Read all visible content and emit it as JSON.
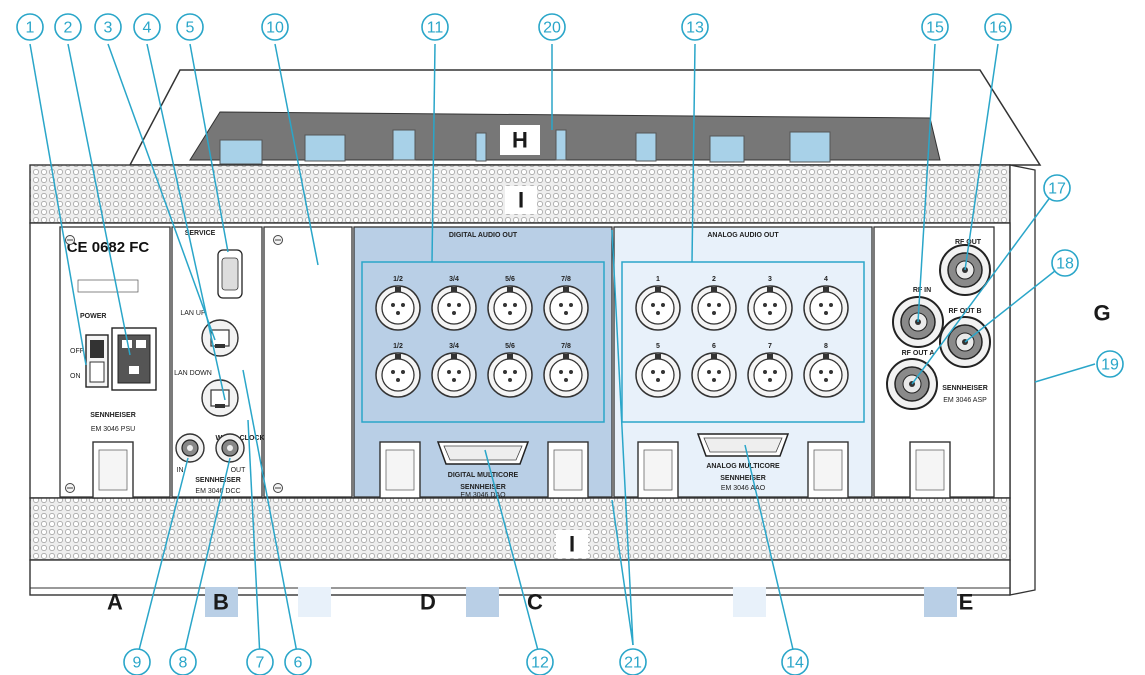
{
  "callouts": [
    "1",
    "2",
    "3",
    "4",
    "5",
    "6",
    "7",
    "8",
    "9",
    "10",
    "11",
    "12",
    "13",
    "14",
    "15",
    "16",
    "17",
    "18",
    "19",
    "20",
    "21"
  ],
  "letters": {
    "A": "A",
    "B": "B",
    "C": "C",
    "D": "D",
    "E": "E",
    "G": "G",
    "H": "H",
    "I_top": "I",
    "I_bottom": "I"
  },
  "legend_colors": {
    "B": "#b9cfe6",
    "blank1": "#e8f1fa",
    "C": "#b9cfe6",
    "blank2": "#e8f1fa",
    "E": "#b9cfe6"
  },
  "panels": {
    "power": {
      "ce_mark": "CE 0682 FC",
      "power_label": "POWER",
      "off": "OFF",
      "on": "ON",
      "brand": "SENNHEISER",
      "model": "EM 3046 PSU"
    },
    "network": {
      "service": "SERVICE",
      "lan_up": "LAN UP",
      "lan_down": "LAN DOWN",
      "word_clock": "WORD CLOCK",
      "in": "IN",
      "out": "OUT",
      "brand": "SENNHEISER",
      "model": "EM 3046 DCC"
    },
    "digital": {
      "title": "DIGITAL AUDIO OUT",
      "ch": [
        "1/2",
        "3/4",
        "5/6",
        "7/8",
        "1/2",
        "3/4",
        "5/6",
        "7/8"
      ],
      "connector": "DIGITAL MULTICORE",
      "brand": "SENNHEISER",
      "model": "EM 3046 DAO"
    },
    "analog": {
      "title": "ANALOG AUDIO OUT",
      "ch": [
        "1",
        "2",
        "3",
        "4",
        "5",
        "6",
        "7",
        "8"
      ],
      "connector": "ANALOG MULTICORE",
      "brand": "SENNHEISER",
      "model": "EM 3046 AAO"
    },
    "rf": {
      "rf_in": "RF IN",
      "rf_out": "RF OUT",
      "rf_out_a": "RF OUT A",
      "rf_out_b": "RF OUT B",
      "brand": "SENNHEISER",
      "model": "EM 3046 ASP"
    }
  },
  "colors": {
    "callout": "#2aa6c9",
    "digital_panel": "#b9cfe6",
    "analog_panel": "#e8f1fa"
  }
}
